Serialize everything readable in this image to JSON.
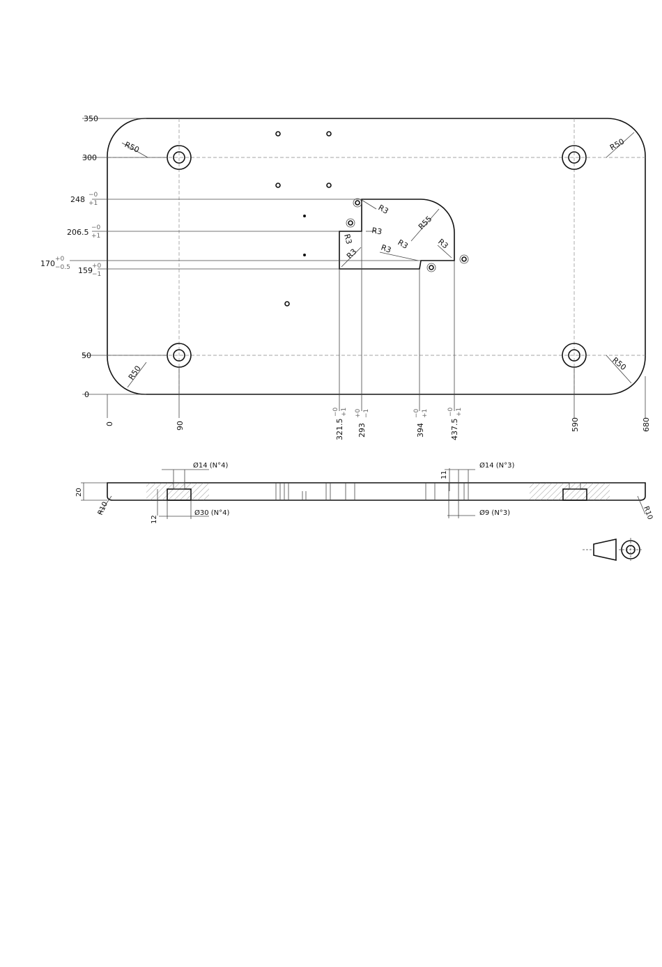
{
  "plan_view": {
    "y_dimensions": [
      {
        "value": "350",
        "tol_upper": "",
        "tol_lower": ""
      },
      {
        "value": "300",
        "tol_upper": "",
        "tol_lower": ""
      },
      {
        "value": "248",
        "tol_upper": "−0",
        "tol_lower": "+1"
      },
      {
        "value": "206.5",
        "tol_upper": "−0",
        "tol_lower": "+1"
      },
      {
        "value": "170",
        "tol_upper": "+0",
        "tol_lower": "−0.5"
      },
      {
        "value": "159",
        "tol_upper": "+0",
        "tol_lower": "−1"
      },
      {
        "value": "50",
        "tol_upper": "",
        "tol_lower": ""
      },
      {
        "value": "0",
        "tol_upper": "",
        "tol_lower": ""
      }
    ],
    "x_dimensions": [
      {
        "value": "0",
        "tol_upper": "",
        "tol_lower": ""
      },
      {
        "value": "90",
        "tol_upper": "",
        "tol_lower": ""
      },
      {
        "value": "321.5",
        "tol_upper": "−0",
        "tol_lower": "+1"
      },
      {
        "value": "293",
        "tol_upper": "+0",
        "tol_lower": "−1"
      },
      {
        "value": "394",
        "tol_upper": "−0",
        "tol_lower": "+1"
      },
      {
        "value": "437.5",
        "tol_upper": "−0",
        "tol_lower": "+1"
      },
      {
        "value": "590",
        "tol_upper": "",
        "tol_lower": ""
      },
      {
        "value": "680",
        "tol_upper": "",
        "tol_lower": ""
      }
    ],
    "radius_labels": [
      "R50",
      "R50",
      "R50",
      "R50",
      "R3",
      "R3",
      "R3",
      "R3",
      "R3",
      "R3",
      "R55",
      "R3"
    ]
  },
  "section_view": {
    "labels": {
      "thickness": "20",
      "counterbore_depth": "12",
      "depth_11": "11",
      "edge_radius_left": "R10",
      "edge_radius_right": "R10",
      "hole_n4_small": "Ø14 (N°4)",
      "hole_n4_large": "Ø30 (N°4)",
      "hole_n3_small": "Ø14 (N°3)",
      "hole_n3_large": "Ø9 (N°3)"
    }
  },
  "projection_symbol": "first-angle-projection-icon"
}
